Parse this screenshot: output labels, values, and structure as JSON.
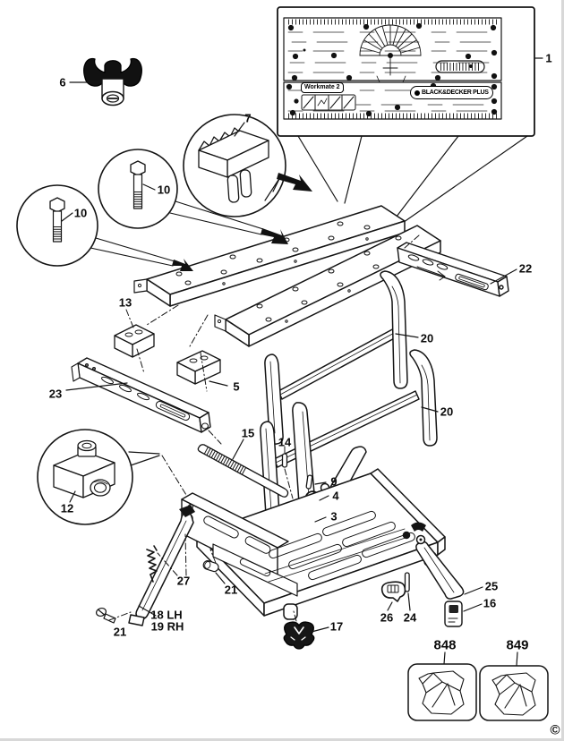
{
  "meta": {
    "copyright_symbol": "©"
  },
  "inset": {
    "workmate": "Workmate 2",
    "brand": "BLACK&DECKER PLUS"
  },
  "callouts": {
    "c1": "1",
    "c6": "6",
    "c7": "7",
    "c10a": "10",
    "c10b": "10",
    "c22": "22",
    "c20a": "20",
    "c20b": "20",
    "c13": "13",
    "c23": "23",
    "c5": "5",
    "c15": "15",
    "c14": "14",
    "c9": "9",
    "c4": "4",
    "c3": "3",
    "c12": "12",
    "c27": "27",
    "c21a": "21",
    "c21b": "21",
    "c18": "18 LH",
    "c19": "19 RH",
    "c17": "17",
    "c26": "26",
    "c24": "24",
    "c25": "25",
    "c16": "16",
    "c848": "848",
    "c849": "849"
  }
}
